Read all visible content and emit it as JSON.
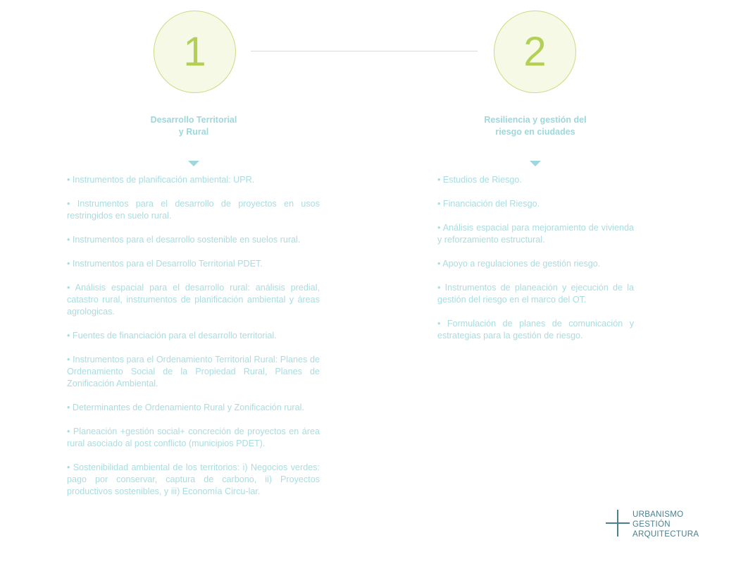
{
  "steps": [
    {
      "number": "1",
      "title_line1": "Desarrollo Territorial",
      "title_line2": "y Rural",
      "items": [
        "• Instrumentos de planificación ambiental: UPR.",
        "• Instrumentos para el desarrollo de proyectos en usos restringidos en suelo rural.",
        "• Instrumentos para el desarrollo sostenible en suelos rural.",
        "• Instrumentos para el Desarrollo Territorial PDET.",
        "• Análisis espacial para el desarrollo rural: análisis predial, catastro rural, instrumentos de planificación ambiental y áreas agrologicas.",
        "• Fuentes de financiación para el desarrollo territorial.",
        "• Instrumentos para el Ordenamiento Territorial Rural: Planes de Ordenamiento Social de la Propiedad Rural, Planes de Zonificación Ambiental.",
        "• Determinantes de Ordenamiento Rural y Zonificación rural.",
        "• Planeación +gestión social+ concreción de proyectos en área rural asociado al post conflicto (municipios PDET).",
        "• Sostenibilidad ambiental de los territorios: i) Negocios verdes: pago por conservar, captura de carbono, ii) Proyectos productivos sostenibles, y iii) Economía Circu-lar."
      ]
    },
    {
      "number": "2",
      "title_line1": "Resiliencia y gestión del",
      "title_line2": "riesgo en ciudades",
      "items": [
        "• Estudios de Riesgo.",
        "• Financiación del Riesgo.",
        "• Análisis espacial para mejoramiento de vivienda y reforzamiento estructural.",
        "• Apoyo a regulaciones de gestión riesgo.",
        "• Instrumentos de planeación y ejecución de la gestión del riesgo en el marco del OT.",
        "• Formulación de planes de comunicación y estrategias para la gestión de riesgo."
      ]
    }
  ],
  "logo": {
    "line1": "URBANISMO",
    "line2": "GESTIÓN",
    "line3": "ARQUITECTURA"
  },
  "colors": {
    "circle_fill": "#f5f9e6",
    "circle_stroke": "#c8dc82",
    "number": "#b3cf55",
    "text": "#aadcdf",
    "title": "#9ed7dc",
    "logo": "#4a7f8c"
  }
}
